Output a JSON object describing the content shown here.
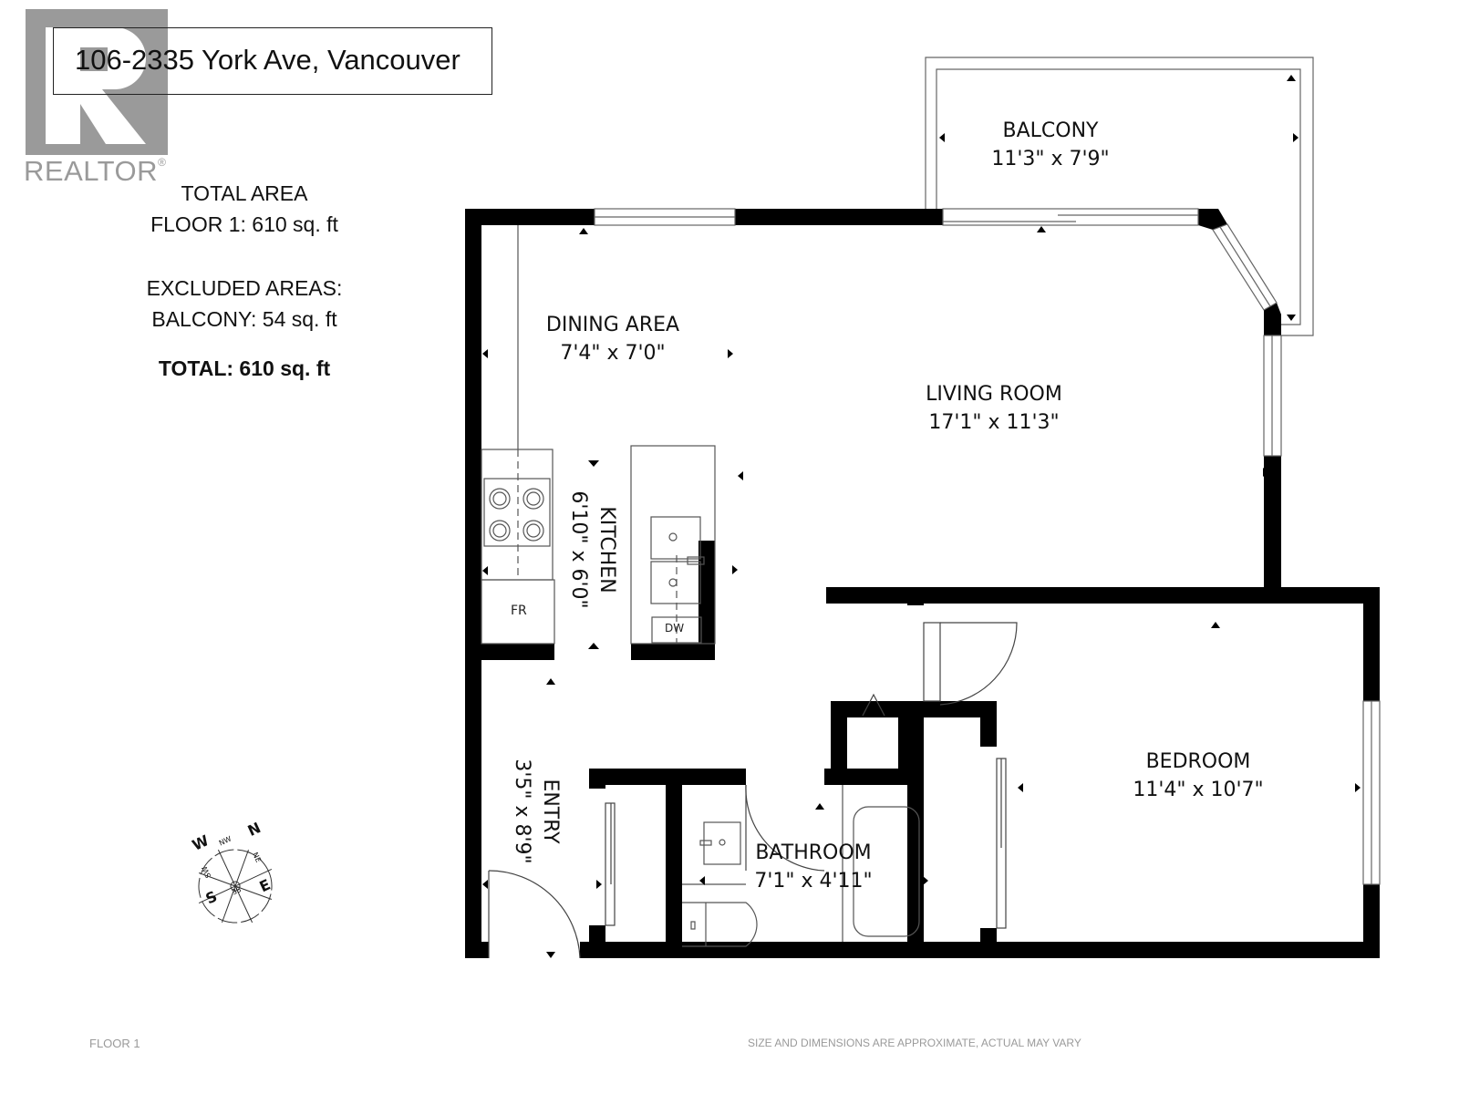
{
  "header": {
    "address": "106-2335 York Ave, Vancouver",
    "logo_text": "REALTOR",
    "logo_mark": "®"
  },
  "area_summary": {
    "total_area_heading": "TOTAL AREA",
    "floor_line": "FLOOR 1: 610 sq. ft",
    "excluded_heading": "EXCLUDED AREAS:",
    "excluded_line": "BALCONY: 54 sq. ft",
    "total_line": "TOTAL: 610 sq. ft"
  },
  "rooms": {
    "balcony": {
      "name": "BALCONY",
      "dims": "11'3\" x 7'9\""
    },
    "dining": {
      "name": "DINING AREA",
      "dims": "7'4\" x 7'0\""
    },
    "living": {
      "name": "LIVING ROOM",
      "dims": "17'1\" x 11'3\""
    },
    "kitchen": {
      "name": "KITCHEN",
      "dims": "6'10\" x 6'0\""
    },
    "entry": {
      "name": "ENTRY",
      "dims": "3'5\" x 8'9\""
    },
    "bathroom": {
      "name": "BATHROOM",
      "dims": "7'1\" x 4'11\""
    },
    "bedroom": {
      "name": "BEDROOM",
      "dims": "11'4\" x 10'7\""
    }
  },
  "fixtures": {
    "fridge": "FR",
    "dishwasher": "DW"
  },
  "compass": {
    "icon": "compass-rose-icon",
    "labels": [
      "N",
      "NE",
      "E",
      "SE",
      "S",
      "SW",
      "W",
      "NW"
    ]
  },
  "footer": {
    "floor_label": "FLOOR 1",
    "disclaimer": "SIZE AND DIMENSIONS ARE APPROXIMATE, ACTUAL MAY VARY"
  },
  "colors": {
    "wall": "#000000",
    "logo_gray": "#9a9a9a",
    "line": "#555555"
  }
}
